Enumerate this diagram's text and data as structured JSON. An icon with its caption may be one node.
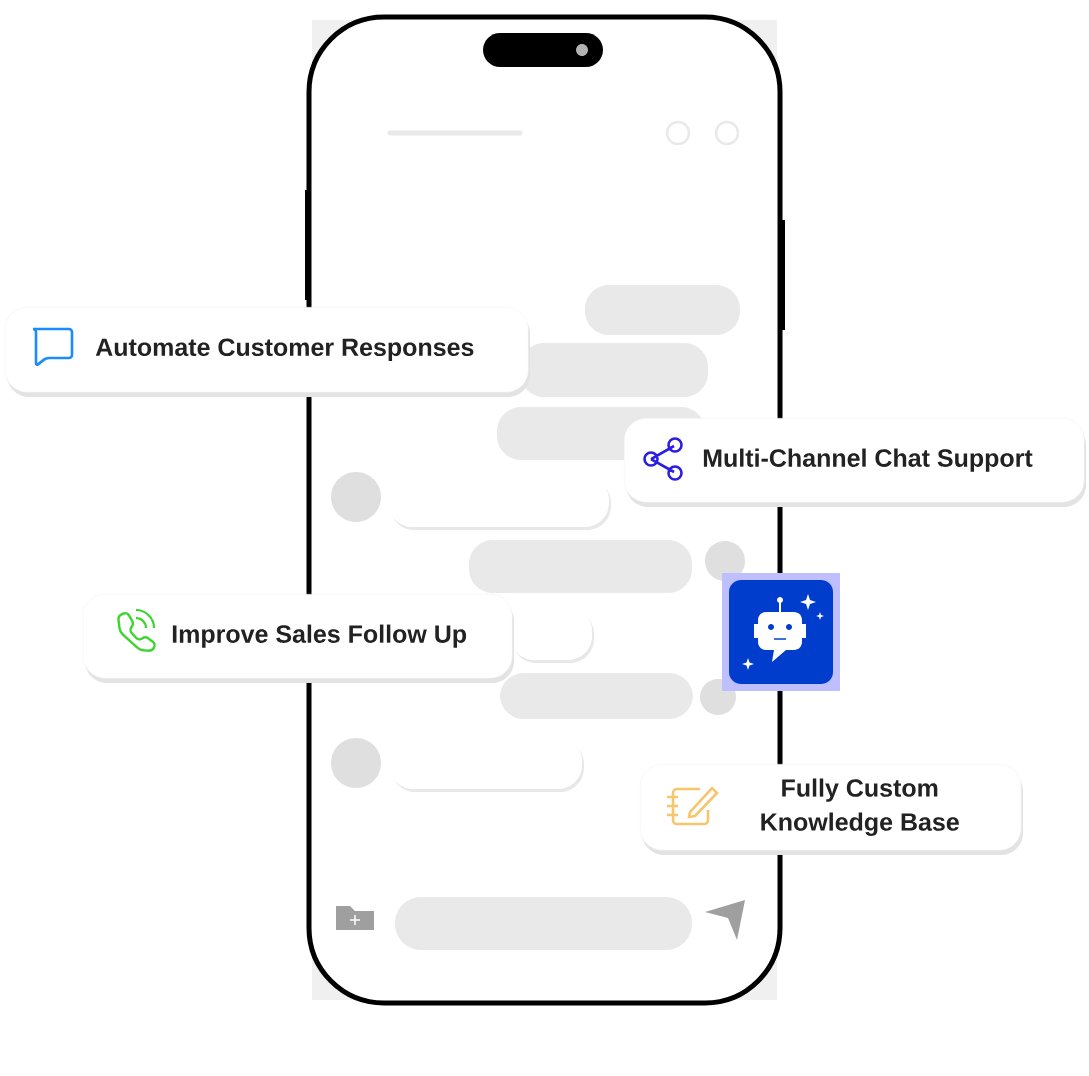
{
  "diagram": {
    "nodes": [
      {
        "text": [
          "Automate Customer Responses"
        ]
      },
      {
        "text": [
          "Multi-Channel Chat Support"
        ]
      },
      {
        "text": [
          "Improve Sales Follow Up"
        ]
      },
      {
        "text": [
          "Fully Custom Knowledge Base"
        ]
      }
    ]
  }
}
